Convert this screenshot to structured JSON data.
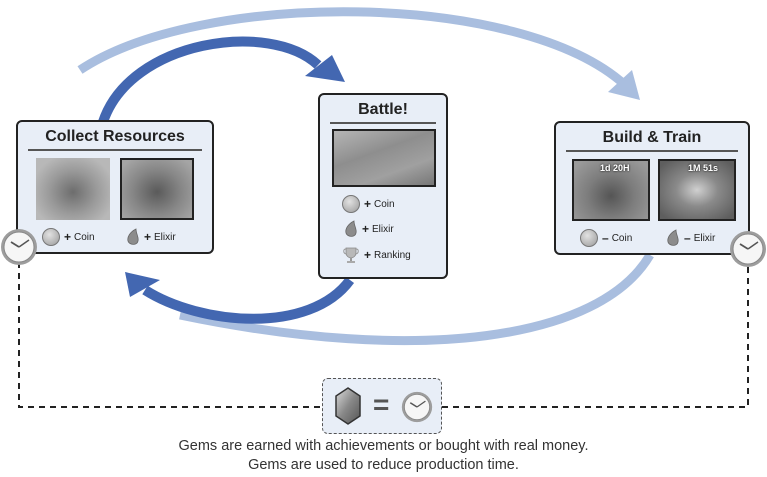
{
  "cards": {
    "collect": {
      "title": "Collect Resources",
      "images": [
        "gold-mine",
        "elixir-collector"
      ],
      "resources": [
        {
          "icon": "coin-icon",
          "sign": "+",
          "label": "Coin"
        },
        {
          "icon": "elixir-drop-icon",
          "sign": "+",
          "label": "Elixir"
        }
      ]
    },
    "battle": {
      "title": "Battle!",
      "images": [
        "battle-scene"
      ],
      "resources": [
        {
          "icon": "coin-icon",
          "sign": "+",
          "label": "Coin"
        },
        {
          "icon": "elixir-drop-icon",
          "sign": "+",
          "label": "Elixir"
        },
        {
          "icon": "trophy-icon",
          "sign": "+",
          "label": "Ranking"
        }
      ]
    },
    "build": {
      "title": "Build & Train",
      "images": [
        {
          "name": "town-hall-upgrade",
          "timer": "1d 20H"
        },
        {
          "name": "troop-training",
          "timer": "1M 51s"
        }
      ],
      "resources": [
        {
          "icon": "coin-icon",
          "sign": "–",
          "label": "Coin"
        },
        {
          "icon": "elixir-drop-icon",
          "sign": "–",
          "label": "Elixir"
        }
      ]
    }
  },
  "gem_equation": {
    "left": "gem-icon",
    "operator": "=",
    "right": "clock-icon"
  },
  "caption": [
    "Gems are earned with achievements or bought with real money.",
    "Gems are used to reduce production time."
  ],
  "colors": {
    "dark_arrow": "#4367b1",
    "light_arrow": "#a9bedf",
    "card_bg": "#e8eef7",
    "card_border": "#222222"
  }
}
